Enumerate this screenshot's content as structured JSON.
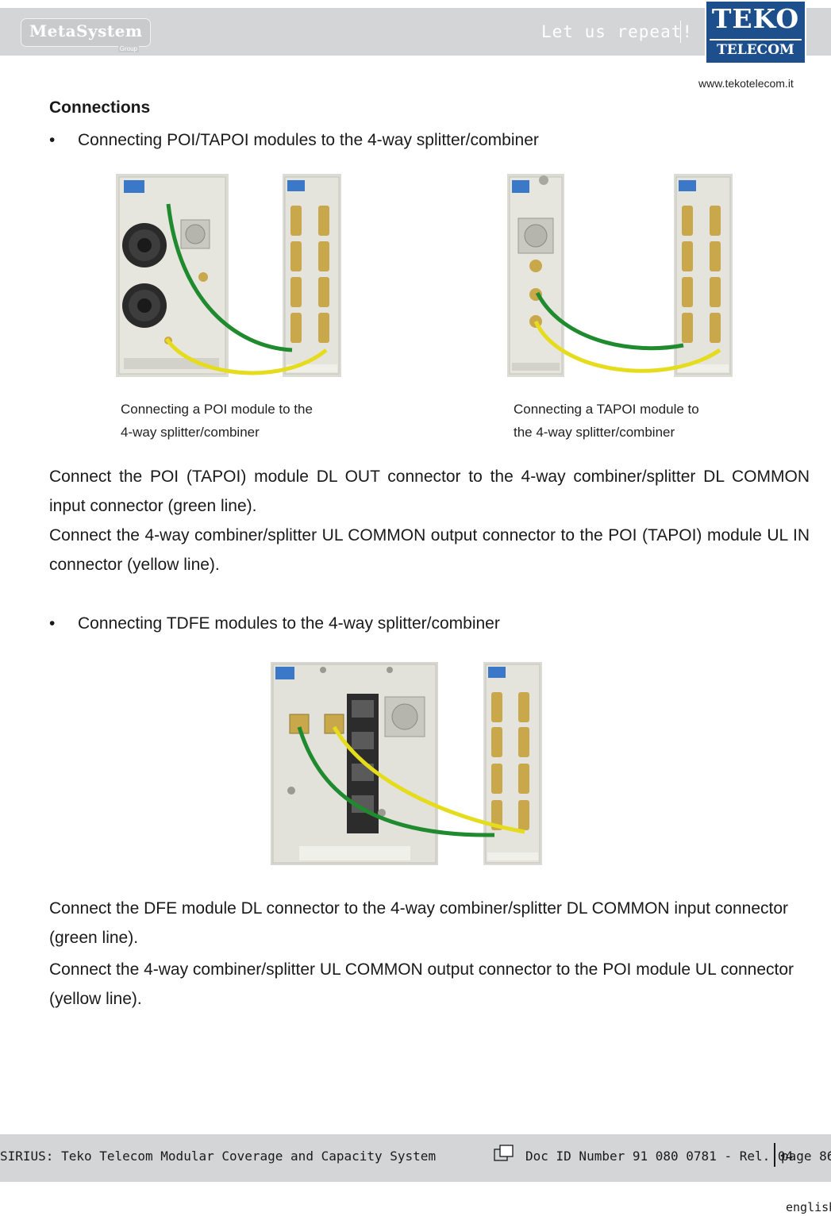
{
  "header": {
    "left_logo": "MetaSystem",
    "left_logo_sub": "Group",
    "tagline": "Let us repeat!",
    "right_logo_top": "TEKO",
    "right_logo_bottom": "TELECOM",
    "website": "www.tekotelecom.it"
  },
  "section": {
    "title": "Connections",
    "bullet_symbol": "•",
    "bullet1": "Connecting POI/TAPOI modules to the 4-way splitter/combiner",
    "caption1_line1": "Connecting a POI module to the",
    "caption1_line2": "4-way splitter/combiner",
    "caption2_line1": "Connecting a TAPOI module to",
    "caption2_line2": "the 4-way splitter/combiner",
    "para1": "Connect the POI (TAPOI) module DL OUT connector to the 4-way combiner/splitter DL COMMON input connector (green line).",
    "para2": "Connect the 4-way combiner/splitter UL COMMON output connector to the POI (TAPOI) module UL IN connector (yellow line).",
    "bullet2": "Connecting TDFE modules to the 4-way splitter/combiner",
    "para3": "Connect the DFE module DL connector to the 4-way combiner/splitter DL COMMON input connector (green line).",
    "para4": "Connect the 4-way combiner/splitter UL COMMON output connector to the POI module UL connector (yellow line)."
  },
  "footer": {
    "title": "SIRIUS: Teko Telecom Modular Coverage and Capacity System",
    "doc_id": "Doc ID Number 91 080 0781 - Rel. 04",
    "page": "page 86",
    "language": "english"
  },
  "colors": {
    "header_bar": "#d4d5d7",
    "teko_blue": "#1d4f8c",
    "green_line": "#1f8a2e",
    "yellow_line": "#e6dc1e"
  }
}
